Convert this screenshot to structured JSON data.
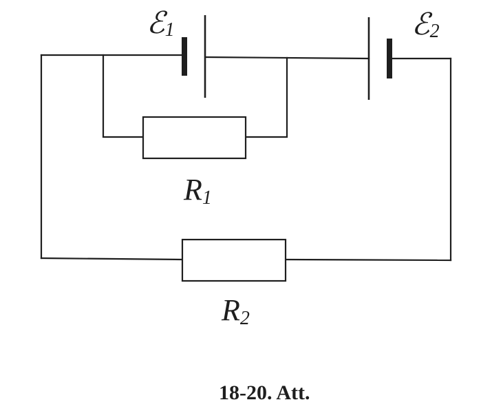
{
  "components": {
    "emf1": {
      "symbol": "ℰ",
      "subscript": "1"
    },
    "emf2": {
      "symbol": "ℰ",
      "subscript": "2"
    },
    "r1": {
      "symbol": "R",
      "subscript": "1"
    },
    "r2": {
      "symbol": "R",
      "subscript": "2"
    }
  },
  "caption": "18-20. Att."
}
